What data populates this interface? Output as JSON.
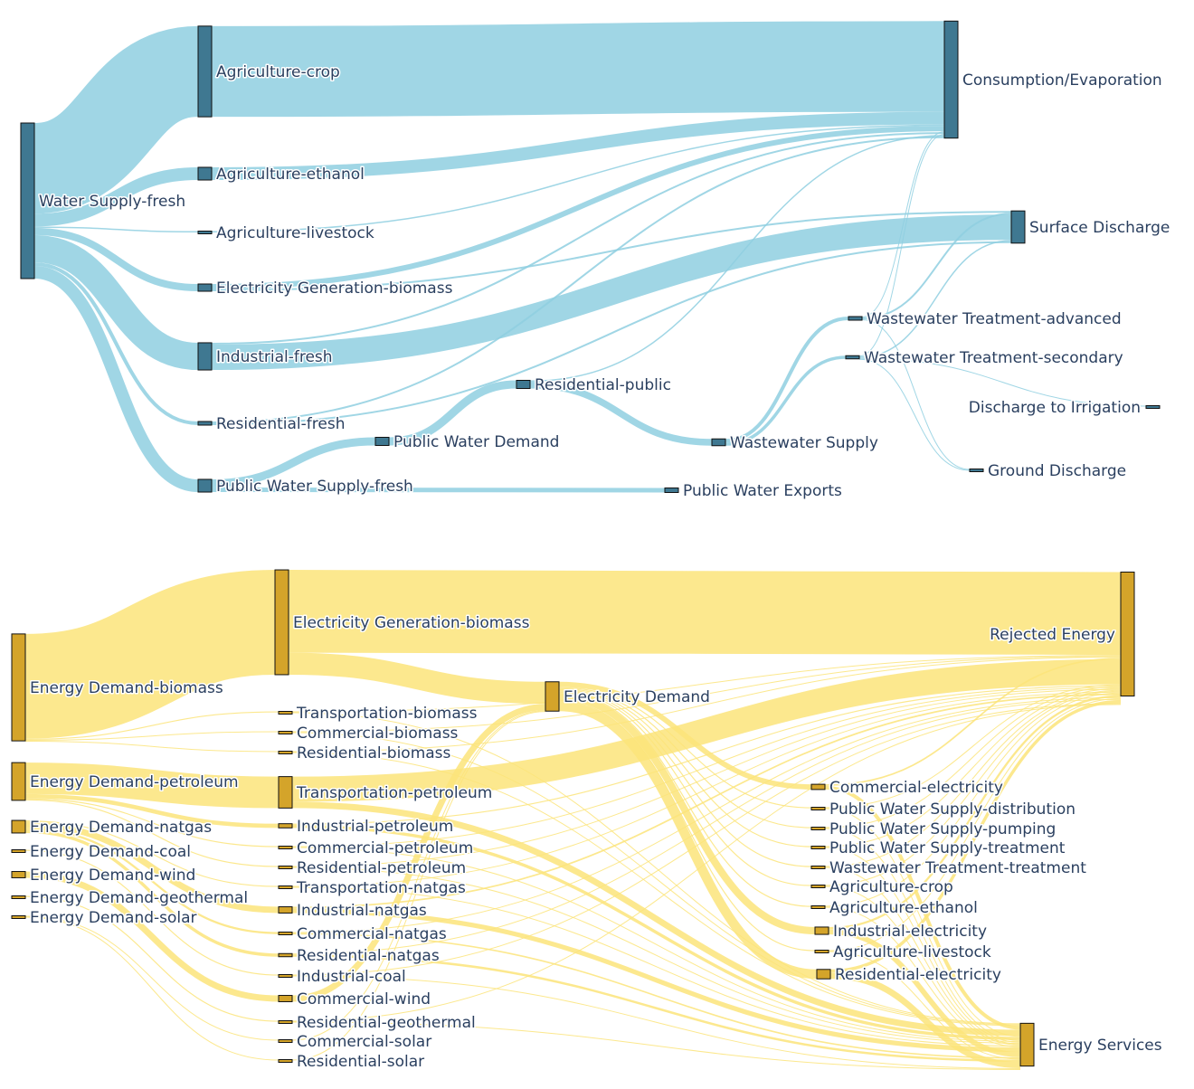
{
  "chart_data": [
    {
      "type": "sankey",
      "name": "water",
      "colors": {
        "node": "#3f7891",
        "node_border": "#111111",
        "link": "#8fcfe0"
      },
      "nodes": [
        {
          "id": "ws",
          "label": "Water Supply-fresh"
        },
        {
          "id": "ac",
          "label": "Agriculture-crop"
        },
        {
          "id": "ae",
          "label": "Agriculture-ethanol"
        },
        {
          "id": "al",
          "label": "Agriculture-livestock"
        },
        {
          "id": "egb",
          "label": "Electricity Generation-biomass"
        },
        {
          "id": "if",
          "label": "Industrial-fresh"
        },
        {
          "id": "rf",
          "label": "Residential-fresh"
        },
        {
          "id": "pws",
          "label": "Public Water Supply-fresh"
        },
        {
          "id": "pwd",
          "label": "Public Water Demand"
        },
        {
          "id": "rp",
          "label": "Residential-public"
        },
        {
          "id": "pwe",
          "label": "Public Water Exports"
        },
        {
          "id": "wsu",
          "label": "Wastewater Supply"
        },
        {
          "id": "wta",
          "label": "Wastewater Treatment-advanced"
        },
        {
          "id": "wts",
          "label": "Wastewater Treatment-secondary"
        },
        {
          "id": "ce",
          "label": "Consumption/Evaporation"
        },
        {
          "id": "sd",
          "label": "Surface Discharge"
        },
        {
          "id": "di",
          "label": "Discharge to Irrigation"
        },
        {
          "id": "gd",
          "label": "Ground Discharge"
        }
      ],
      "links": [
        {
          "source": "ws",
          "target": "ac",
          "value": 100
        },
        {
          "source": "ws",
          "target": "ae",
          "value": 14
        },
        {
          "source": "ws",
          "target": "al",
          "value": 1.5
        },
        {
          "source": "ws",
          "target": "egb",
          "value": 8
        },
        {
          "source": "ws",
          "target": "if",
          "value": 30
        },
        {
          "source": "ws",
          "target": "rf",
          "value": 4
        },
        {
          "source": "ws",
          "target": "pws",
          "value": 14
        },
        {
          "source": "ac",
          "target": "ce",
          "value": 100
        },
        {
          "source": "ae",
          "target": "ce",
          "value": 14
        },
        {
          "source": "al",
          "target": "ce",
          "value": 1.5
        },
        {
          "source": "egb",
          "target": "ce",
          "value": 6
        },
        {
          "source": "egb",
          "target": "sd",
          "value": 2
        },
        {
          "source": "if",
          "target": "ce",
          "value": 2
        },
        {
          "source": "if",
          "target": "sd",
          "value": 28
        },
        {
          "source": "rf",
          "target": "ce",
          "value": 2
        },
        {
          "source": "rf",
          "target": "sd",
          "value": 2
        },
        {
          "source": "pws",
          "target": "pwd",
          "value": 9
        },
        {
          "source": "pws",
          "target": "pwe",
          "value": 5
        },
        {
          "source": "pwd",
          "target": "rp",
          "value": 9
        },
        {
          "source": "rp",
          "target": "ce",
          "value": 1.5
        },
        {
          "source": "rp",
          "target": "wsu",
          "value": 7.5
        },
        {
          "source": "wsu",
          "target": "wta",
          "value": 4
        },
        {
          "source": "wsu",
          "target": "wts",
          "value": 3.5
        },
        {
          "source": "wta",
          "target": "ce",
          "value": 1
        },
        {
          "source": "wta",
          "target": "sd",
          "value": 2
        },
        {
          "source": "wta",
          "target": "gd",
          "value": 1
        },
        {
          "source": "wts",
          "target": "ce",
          "value": 1
        },
        {
          "source": "wts",
          "target": "sd",
          "value": 1.5
        },
        {
          "source": "wts",
          "target": "di",
          "value": 0.5
        },
        {
          "source": "wts",
          "target": "gd",
          "value": 0.5
        }
      ]
    },
    {
      "type": "sankey",
      "name": "energy",
      "colors": {
        "node": "#d4a42a",
        "node_border": "#111111",
        "link": "#fbe47a"
      },
      "nodes": [
        {
          "id": "edb",
          "label": "Energy Demand-biomass"
        },
        {
          "id": "edp",
          "label": "Energy Demand-petroleum"
        },
        {
          "id": "edn",
          "label": "Energy Demand-natgas"
        },
        {
          "id": "edc",
          "label": "Energy Demand-coal"
        },
        {
          "id": "edw",
          "label": "Energy Demand-wind"
        },
        {
          "id": "edg",
          "label": "Energy Demand-geothermal"
        },
        {
          "id": "eds",
          "label": "Energy Demand-solar"
        },
        {
          "id": "egb",
          "label": "Electricity Generation-biomass"
        },
        {
          "id": "tb",
          "label": "Transportation-biomass"
        },
        {
          "id": "cb",
          "label": "Commercial-biomass"
        },
        {
          "id": "rb",
          "label": "Residential-biomass"
        },
        {
          "id": "tp",
          "label": "Transportation-petroleum"
        },
        {
          "id": "ip",
          "label": "Industrial-petroleum"
        },
        {
          "id": "cp",
          "label": "Commercial-petroleum"
        },
        {
          "id": "rpe",
          "label": "Residential-petroleum"
        },
        {
          "id": "tn",
          "label": "Transportation-natgas"
        },
        {
          "id": "in",
          "label": "Industrial-natgas"
        },
        {
          "id": "cn",
          "label": "Commercial-natgas"
        },
        {
          "id": "rn",
          "label": "Residential-natgas"
        },
        {
          "id": "ic",
          "label": "Industrial-coal"
        },
        {
          "id": "cw",
          "label": "Commercial-wind"
        },
        {
          "id": "rg",
          "label": "Residential-geothermal"
        },
        {
          "id": "cs",
          "label": "Commercial-solar"
        },
        {
          "id": "rs",
          "label": "Residential-solar"
        },
        {
          "id": "ed",
          "label": "Electricity Demand"
        },
        {
          "id": "ce",
          "label": "Commercial-electricity"
        },
        {
          "id": "pwsd",
          "label": "Public Water Supply-distribution"
        },
        {
          "id": "pwsp",
          "label": "Public Water Supply-pumping"
        },
        {
          "id": "pwst",
          "label": "Public Water Supply-treatment"
        },
        {
          "id": "wtt",
          "label": "Wastewater Treatment-treatment"
        },
        {
          "id": "ac",
          "label": "Agriculture-crop"
        },
        {
          "id": "ae",
          "label": "Agriculture-ethanol"
        },
        {
          "id": "ie",
          "label": "Industrial-electricity"
        },
        {
          "id": "al",
          "label": "Agriculture-livestock"
        },
        {
          "id": "re",
          "label": "Residential-electricity"
        },
        {
          "id": "rej",
          "label": "Rejected Energy"
        },
        {
          "id": "es",
          "label": "Energy Services"
        }
      ],
      "links": [
        {
          "source": "edb",
          "target": "egb",
          "value": 100
        },
        {
          "source": "edb",
          "target": "tb",
          "value": 1
        },
        {
          "source": "edb",
          "target": "cb",
          "value": 0.5
        },
        {
          "source": "edb",
          "target": "rb",
          "value": 0.5
        },
        {
          "source": "edp",
          "target": "tp",
          "value": 30
        },
        {
          "source": "edp",
          "target": "ip",
          "value": 4
        },
        {
          "source": "edp",
          "target": "cp",
          "value": 1
        },
        {
          "source": "edp",
          "target": "rpe",
          "value": 1
        },
        {
          "source": "edn",
          "target": "tn",
          "value": 1
        },
        {
          "source": "edn",
          "target": "in",
          "value": 6
        },
        {
          "source": "edn",
          "target": "cn",
          "value": 2
        },
        {
          "source": "edn",
          "target": "rn",
          "value": 3
        },
        {
          "source": "edc",
          "target": "ic",
          "value": 1
        },
        {
          "source": "edw",
          "target": "cw",
          "value": 6
        },
        {
          "source": "edg",
          "target": "rg",
          "value": 1
        },
        {
          "source": "eds",
          "target": "cs",
          "value": 0.5
        },
        {
          "source": "eds",
          "target": "rs",
          "value": 0.5
        },
        {
          "source": "egb",
          "target": "rej",
          "value": 79
        },
        {
          "source": "egb",
          "target": "ed",
          "value": 21
        },
        {
          "source": "tb",
          "target": "rej",
          "value": 0.5
        },
        {
          "source": "tb",
          "target": "es",
          "value": 0.5
        },
        {
          "source": "cb",
          "target": "rej",
          "value": 0.25
        },
        {
          "source": "cb",
          "target": "es",
          "value": 0.25
        },
        {
          "source": "rb",
          "target": "rej",
          "value": 0.25
        },
        {
          "source": "rb",
          "target": "es",
          "value": 0.25
        },
        {
          "source": "tp",
          "target": "rej",
          "value": 24
        },
        {
          "source": "tp",
          "target": "es",
          "value": 6
        },
        {
          "source": "ip",
          "target": "rej",
          "value": 1
        },
        {
          "source": "ip",
          "target": "es",
          "value": 3
        },
        {
          "source": "cp",
          "target": "rej",
          "value": 0.3
        },
        {
          "source": "cp",
          "target": "es",
          "value": 0.7
        },
        {
          "source": "rpe",
          "target": "rej",
          "value": 0.3
        },
        {
          "source": "rpe",
          "target": "es",
          "value": 0.7
        },
        {
          "source": "tn",
          "target": "rej",
          "value": 0.5
        },
        {
          "source": "tn",
          "target": "es",
          "value": 0.5
        },
        {
          "source": "in",
          "target": "rej",
          "value": 1.5
        },
        {
          "source": "in",
          "target": "es",
          "value": 4.5
        },
        {
          "source": "cn",
          "target": "rej",
          "value": 0.6
        },
        {
          "source": "cn",
          "target": "es",
          "value": 1.4
        },
        {
          "source": "rn",
          "target": "rej",
          "value": 0.8
        },
        {
          "source": "rn",
          "target": "es",
          "value": 2.2
        },
        {
          "source": "ic",
          "target": "rej",
          "value": 0.3
        },
        {
          "source": "ic",
          "target": "es",
          "value": 0.7
        },
        {
          "source": "cw",
          "target": "ed",
          "value": 6
        },
        {
          "source": "rg",
          "target": "rej",
          "value": 0.3
        },
        {
          "source": "rg",
          "target": "es",
          "value": 0.7
        },
        {
          "source": "cs",
          "target": "ed",
          "value": 0.5
        },
        {
          "source": "rs",
          "target": "ed",
          "value": 0.5
        },
        {
          "source": "ed",
          "target": "ce",
          "value": 5
        },
        {
          "source": "ed",
          "target": "pwsd",
          "value": 1
        },
        {
          "source": "ed",
          "target": "pwsp",
          "value": 1
        },
        {
          "source": "ed",
          "target": "pwst",
          "value": 1
        },
        {
          "source": "ed",
          "target": "wtt",
          "value": 1
        },
        {
          "source": "ed",
          "target": "ac",
          "value": 1
        },
        {
          "source": "ed",
          "target": "ae",
          "value": 1
        },
        {
          "source": "ed",
          "target": "ie",
          "value": 7
        },
        {
          "source": "ed",
          "target": "al",
          "value": 1
        },
        {
          "source": "ed",
          "target": "re",
          "value": 9
        },
        {
          "source": "ce",
          "target": "rej",
          "value": 1.5
        },
        {
          "source": "ce",
          "target": "es",
          "value": 3.5
        },
        {
          "source": "pwsd",
          "target": "rej",
          "value": 0.3
        },
        {
          "source": "pwsd",
          "target": "es",
          "value": 0.7
        },
        {
          "source": "pwsp",
          "target": "rej",
          "value": 0.3
        },
        {
          "source": "pwsp",
          "target": "es",
          "value": 0.7
        },
        {
          "source": "pwst",
          "target": "rej",
          "value": 0.3
        },
        {
          "source": "pwst",
          "target": "es",
          "value": 0.7
        },
        {
          "source": "wtt",
          "target": "rej",
          "value": 0.3
        },
        {
          "source": "wtt",
          "target": "es",
          "value": 0.7
        },
        {
          "source": "ac",
          "target": "rej",
          "value": 0.3
        },
        {
          "source": "ac",
          "target": "es",
          "value": 0.7
        },
        {
          "source": "ae",
          "target": "rej",
          "value": 0.3
        },
        {
          "source": "ae",
          "target": "es",
          "value": 0.7
        },
        {
          "source": "ie",
          "target": "rej",
          "value": 2
        },
        {
          "source": "ie",
          "target": "es",
          "value": 5
        },
        {
          "source": "al",
          "target": "rej",
          "value": 0.3
        },
        {
          "source": "al",
          "target": "es",
          "value": 0.7
        },
        {
          "source": "re",
          "target": "rej",
          "value": 3
        },
        {
          "source": "re",
          "target": "es",
          "value": 6
        }
      ]
    }
  ]
}
